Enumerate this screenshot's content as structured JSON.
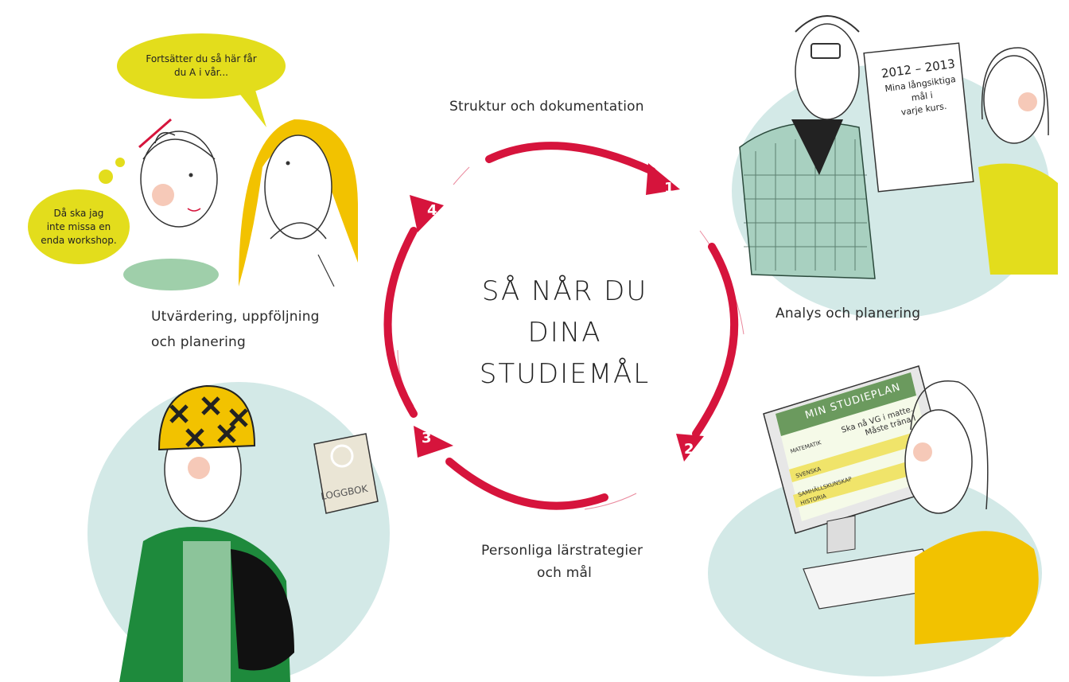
{
  "center_title": {
    "line1": "SÅ NÅR DU",
    "line2": "DINA STUDIEMÅL"
  },
  "steps": [
    {
      "number": "1",
      "label": "Struktur och dokumentation"
    },
    {
      "number": "2",
      "label": "Analys och planering"
    },
    {
      "number": "3",
      "label_line1": "Personliga lärstrategier",
      "label_line2": "och mål"
    },
    {
      "number": "4",
      "label_line1": "Utvärdering, uppföljning",
      "label_line2": "och planering"
    }
  ],
  "speech": {
    "teacher": {
      "line1": "Fortsätter du så här får",
      "line2": "du A i vår..."
    },
    "student": {
      "line1": "Då ska jag",
      "line2": "inte missa en",
      "line3": "enda workshop."
    }
  },
  "poster": {
    "year": "2012 – 2013",
    "line1": "Mina långsiktiga",
    "line2": "mål i",
    "line3": "varje kurs."
  },
  "studyplan": {
    "title": "MIN STUDIEPLAN",
    "rows": [
      "MATEMATIK",
      "SVENSKA",
      "SAMHÄLLSKUNSKAP",
      "HISTORIA"
    ],
    "note_line1": "Ska nå VG i matte.",
    "note_line2": "Måste träna I"
  },
  "logbook": {
    "label": "LOGGBOK"
  },
  "colors": {
    "accent": "#d6143c",
    "bubble": "#e3dd1c",
    "mint": "#cfe6e4",
    "green": "#1e8a3c",
    "yellow": "#f2c200"
  }
}
